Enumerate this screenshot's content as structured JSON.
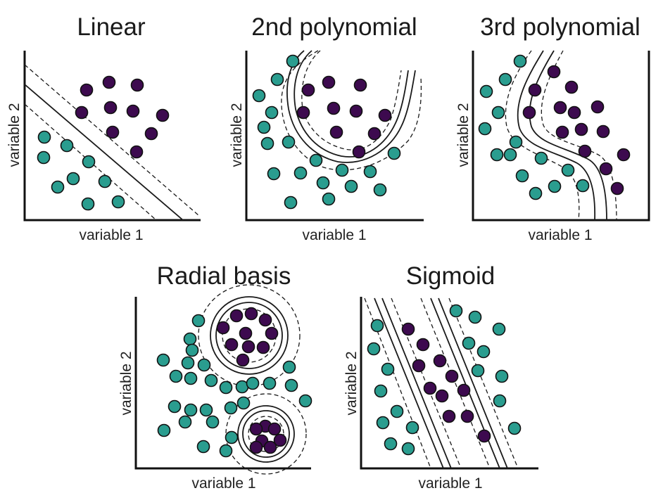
{
  "colors": {
    "class_a": "#2a9d8f",
    "class_b": "#3d0a4f",
    "ink": "#111111"
  },
  "panels": [
    {
      "id": "linear",
      "title": "Linear",
      "xlabel": "variable 1",
      "ylabel": "variable 2"
    },
    {
      "id": "poly2",
      "title": "2nd polynomial",
      "xlabel": "variable 1",
      "ylabel": "variable 2"
    },
    {
      "id": "poly3",
      "title": "3rd polynomial",
      "xlabel": "variable 1",
      "ylabel": "variable 2"
    },
    {
      "id": "radial",
      "title": "Radial basis",
      "xlabel": "variable 1",
      "ylabel": "variable 2"
    },
    {
      "id": "sigmoid",
      "title": "Sigmoid",
      "xlabel": "variable 1",
      "ylabel": "variable 2"
    }
  ]
}
